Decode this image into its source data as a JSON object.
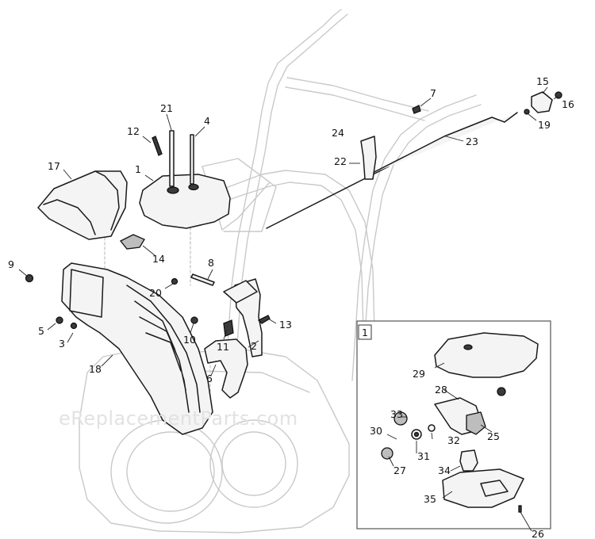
{
  "watermark": "eReplacementParts.com",
  "inset_label": "1",
  "callouts": [
    "1",
    "2",
    "3",
    "4",
    "5",
    "6",
    "7",
    "8",
    "9",
    "10",
    "11",
    "12",
    "13",
    "14",
    "15",
    "16",
    "17",
    "18",
    "19",
    "20",
    "21",
    "22",
    "23",
    "24",
    "25",
    "26",
    "27",
    "28",
    "29",
    "30",
    "31",
    "32",
    "33",
    "34",
    "35"
  ]
}
